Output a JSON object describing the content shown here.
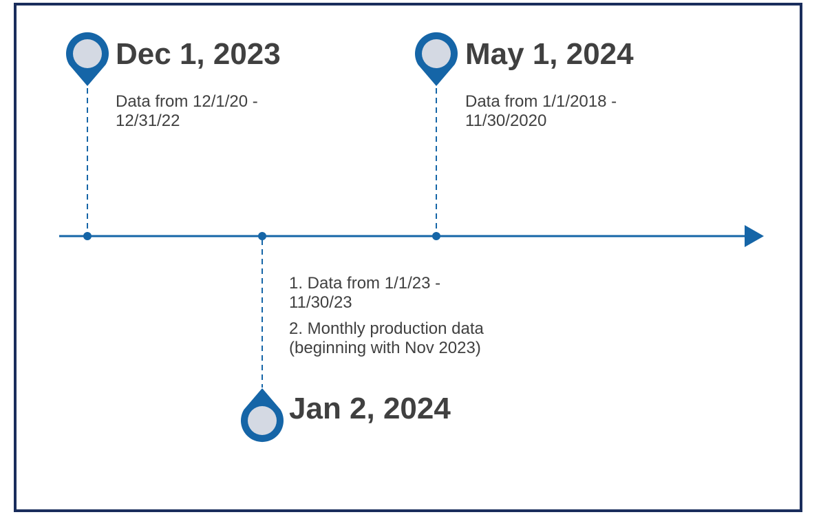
{
  "colors": {
    "frame": "#1a2d5c",
    "accent": "#1565a7",
    "pin_fill": "#d4d9e3",
    "text": "#404040"
  },
  "milestones": [
    {
      "date": "Dec 1, 2023",
      "icon": "map-pin-icon",
      "description_lines": [
        "Data from 12/1/20 -",
        "12/31/22"
      ]
    },
    {
      "date": "May 1, 2024",
      "icon": "map-pin-icon",
      "description_lines": [
        "Data from 1/1/2018 -",
        "11/30/2020"
      ]
    },
    {
      "date": "Jan 2, 2024",
      "icon": "map-pin-icon",
      "items": [
        [
          "1. Data from 1/1/23 -",
          "11/30/23"
        ],
        [
          "2. Monthly production data",
          "(beginning with Nov 2023)"
        ]
      ]
    }
  ]
}
